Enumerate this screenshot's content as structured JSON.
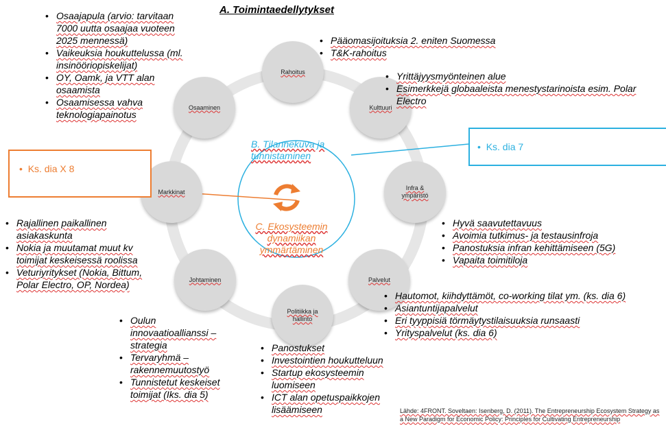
{
  "title": "A. Toimintaedellytykset",
  "nodes": {
    "rahoitus": "Rahoitus",
    "kulttuuri": "Kulttuuri",
    "infra": "Infra & ympäristö",
    "palvelut": "Palvelut",
    "politiikka": "Politiikka ja hallinto",
    "johtaminen": "Johtaminen",
    "markkinat": "Markkinat",
    "osaaminen": "Osaaminen"
  },
  "center": {
    "b_label": "B. Tilannekuva ja tunnistaminen",
    "c_label": "C. Ekosysteemin dynamiikan ymmärtäminen",
    "cycle_icon": "cycle-arrows-icon"
  },
  "callouts": {
    "orange": "Ks. dia X 8",
    "blue": "Ks. dia 7"
  },
  "lists": {
    "osaaminen": [
      "Osaajapula (arvio: tarvitaan 7000 uutta osaajaa vuoteen 2025 mennessä)",
      "Vaikeuksia houkuttelussa (ml. insinööriopiskelijat)",
      "OY, Oamk, ja VTT alan osaamista",
      "Osaamisessa vahva teknologiapainotus"
    ],
    "rahoitus": [
      "Pääomasijoituksia 2. eniten Suomessa",
      "T&K-rahoitus"
    ],
    "kulttuuri": [
      "Yrittäjyysmyönteinen alue",
      "Esimerkkejä globaaleista menestystarinoista esim. Polar Electro"
    ],
    "markkinat": [
      "Rajallinen paikallinen asiakaskunta",
      "Nokia ja muutamat muut kv toimijat keskeisessä roolissa",
      "Veturiyritykset (Nokia, Bittum, Polar Electro, OP, Nordea)"
    ],
    "infra": [
      "Hyvä saavutettavuus",
      "Avoimia tutkimus- ja testausinfroja",
      "Panostuksia infran kehittämiseen (5G)",
      "Vapaita toimitiloja"
    ],
    "palvelut": [
      "Hautomot, kiihdyttämöt, co-working tilat ym. (ks. dia 6)",
      "Asiantuntijapalvelut",
      "Eri tyyppisiä törmäytystilaisuuksia runsaasti",
      "Yrityspalvelut (ks. dia 6)"
    ],
    "johtaminen": [
      "Oulun innovaatioallianssi – strategia",
      "Tervaryhmä – rakennemuutostyö",
      "Tunnistetut keskeiset toimijat (Iks. dia 5)"
    ],
    "politiikka": [
      "Panostukset",
      "Investointien houkutteluun",
      "Startup ekosysteemin luomiseen",
      "ICT alan opetuspaikkojen lisäämiseen"
    ]
  },
  "source": "Lähde: 4FRONT. Soveltaen: Isenberg, D. (2011). The Entrepreneurship Ecosystem Strategy as a New Paradigm for Economic Policy: Principles for Cultivating Entrepreneurship",
  "colors": {
    "node_fill": "#d9d9d9",
    "ring": "#e6e6e6",
    "orange": "#ed7d31",
    "blue": "#2bb0e0"
  }
}
